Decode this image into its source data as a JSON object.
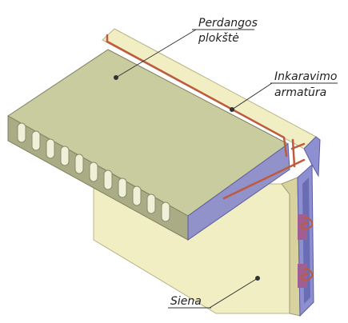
{
  "labels": {
    "slab_line1": "Perdangos",
    "slab_line2": "plokštė",
    "anchor_line1": "Inkaravimo",
    "anchor_line2": "armatūra",
    "wall": "Siena"
  },
  "colors": {
    "wall_face": "#f1eec4",
    "wall_side": "#d8d39e",
    "panel_edge": "#8d8fd0",
    "panel_edge_dark": "#6a6cb4",
    "slab_top": "#c9cc9e",
    "slab_front": "#a9ac84",
    "slab_side": "#9092c9",
    "hollow": "#eef0d8",
    "rebar": "#c05a3c",
    "leader": "#333333",
    "joint_pink": "#a05f92"
  }
}
